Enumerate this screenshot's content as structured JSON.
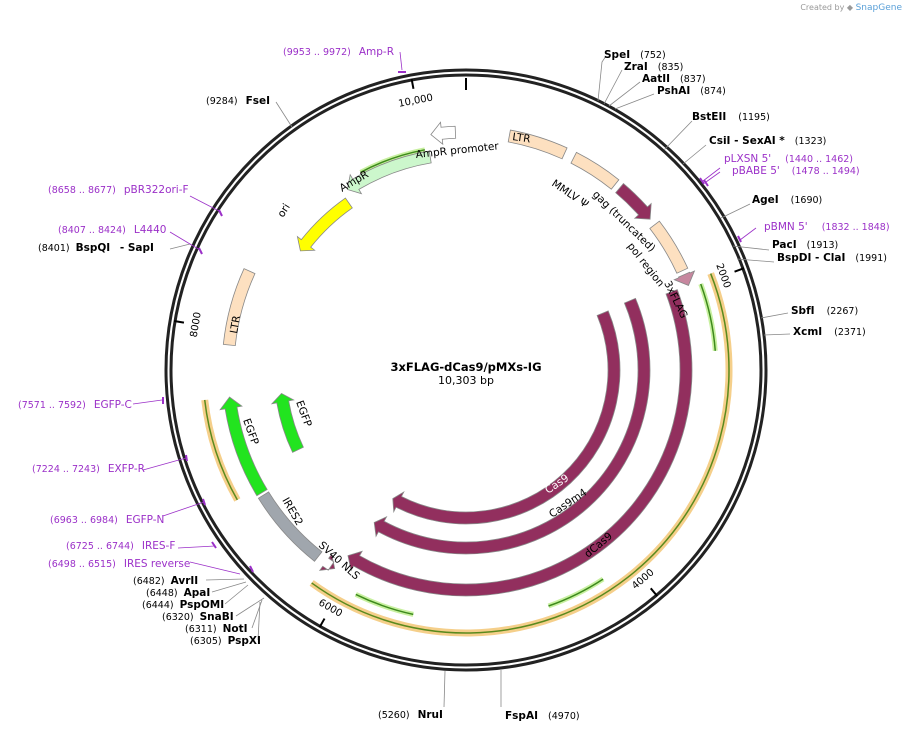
{
  "credit": {
    "created_by": "Created by",
    "brand": "SnapGene"
  },
  "plasmid": {
    "name": "3xFLAG-dCas9/pMXs-IG",
    "length_label": "10,303 bp",
    "length": 10303
  },
  "ticks": [
    {
      "bp": 2000,
      "label": "2000"
    },
    {
      "bp": 4000,
      "label": "4000"
    },
    {
      "bp": 6000,
      "label": "6000"
    },
    {
      "bp": 8000,
      "label": "8000"
    },
    {
      "bp": 10000,
      "label": "10,000"
    }
  ],
  "features": [
    {
      "name": "LTR",
      "label": "LTR",
      "start": 10,
      "end": 600,
      "color": "#fde0c0",
      "dir": "none"
    },
    {
      "name": "mmlv-psi",
      "label": "MMLV Ψ",
      "start": 650,
      "end": 1000,
      "color": "#fde0c0",
      "dir": "none"
    },
    {
      "name": "gag-truncated",
      "label": "gag (truncated)",
      "start": 1040,
      "end": 1460,
      "color": "#922f5e",
      "dir": "cw"
    },
    {
      "name": "pol-region",
      "label": "pol region",
      "start": 1500,
      "end": 1880,
      "color": "#fde0c0",
      "dir": "none"
    },
    {
      "name": "3xflag",
      "label": "3xFLAG",
      "start": 1930,
      "end": 2000,
      "color": "#c7879f",
      "dir": "cw"
    },
    {
      "name": "sv40-nls",
      "label": "SV40 NLS",
      "start": 6160,
      "end": 6210,
      "color": "#922f5e",
      "dir": "ccw"
    },
    {
      "name": "ires2",
      "label": "IRES2",
      "start": 6250,
      "end": 6830,
      "color": "#a0a6ad",
      "dir": "none"
    },
    {
      "name": "egfp-outer",
      "label": "EGFP",
      "start": 6840,
      "end": 7560,
      "color": "#22e41f",
      "dir": "cw"
    },
    {
      "name": "egfp-inner",
      "label": "EGFP",
      "start": 6840,
      "end": 7560,
      "color": "#22e41f",
      "dir": "cw"
    },
    {
      "name": "ltr-2",
      "label": "LTR",
      "start": 7900,
      "end": 8500,
      "color": "#fde0c0",
      "dir": "none"
    },
    {
      "name": "ori",
      "label": "ori",
      "start": 8830,
      "end": 9420,
      "color": "#ffff00",
      "dir": "ccw"
    },
    {
      "name": "ampr",
      "label": "AmpR",
      "start": 9430,
      "end": 10080,
      "color": "#ccf7cc",
      "dir": "ccw"
    },
    {
      "name": "ampr-promoter",
      "label": "AmpR promoter",
      "start": 10080,
      "end": 10200,
      "color": "#ffffff",
      "dir": "ccw"
    },
    {
      "name": "cas9",
      "label": "Cas9",
      "start": 2140,
      "end": 6100,
      "color": "#922f5e",
      "dir": "cw"
    },
    {
      "name": "cas9m4",
      "label": "Cas9m4",
      "start": 2040,
      "end": 6120,
      "color": "#922f5e",
      "dir": "cw"
    },
    {
      "name": "dcas9",
      "label": "dCas9",
      "start": 2000,
      "end": 6150,
      "color": "#922f5e",
      "dir": "cw"
    }
  ],
  "orfs": [
    {
      "start": 2010,
      "end": 6160,
      "dir": "ccw"
    },
    {
      "start": 6900,
      "end": 7560,
      "dir": "cw"
    }
  ],
  "enzymes": [
    {
      "name": "SpeI",
      "pos": "(752)"
    },
    {
      "name": "ZraI",
      "pos": "(835)"
    },
    {
      "name": "AatII",
      "pos": "(837)"
    },
    {
      "name": "PshAI",
      "pos": "(874)"
    },
    {
      "name": "BstEII",
      "pos": "(1195)"
    },
    {
      "name": "CsiI",
      "sep": " - ",
      "name2": "SexAI *",
      "pos": "(1323)"
    },
    {
      "name": "AgeI",
      "pos": "(1690)"
    },
    {
      "name": "PacI",
      "pos": "(1913)"
    },
    {
      "name": "BspDI",
      "sep": " - ",
      "name2": "ClaI",
      "pos": "(1991)"
    },
    {
      "name": "SbfI",
      "pos": "(2267)"
    },
    {
      "name": "XcmI",
      "pos": "(2371)"
    },
    {
      "name": "FspAI",
      "pos": "(4970)"
    },
    {
      "name": "NruI",
      "pos": "(5260)"
    },
    {
      "name": "PspXI",
      "pos": "(6305)"
    },
    {
      "name": "NotI",
      "pos": "(6311)"
    },
    {
      "name": "SnaBI",
      "pos": "(6320)"
    },
    {
      "name": "PspOMI",
      "pos": "(6444)"
    },
    {
      "name": "ApaI",
      "pos": "(6448)"
    },
    {
      "name": "AvrII",
      "pos": "(6482)"
    },
    {
      "name": "BspQI",
      "sep": " - ",
      "name2": "SapI",
      "pos": "(8401)"
    },
    {
      "name": "FseI",
      "pos": "(9284)"
    }
  ],
  "primers": [
    {
      "name": "Amp-R",
      "pos": "(9953 .. 9972)"
    },
    {
      "name": "pLXSN 5'",
      "pos": "(1440 .. 1462)"
    },
    {
      "name": "pBABE 5'",
      "pos": "(1478 .. 1494)"
    },
    {
      "name": "pBMN 5'",
      "pos": "(1832 .. 1848)"
    },
    {
      "name": "pBR322ori-F",
      "pos": "(8658 .. 8677)"
    },
    {
      "name": "L4440",
      "pos": "(8407 .. 8424)"
    },
    {
      "name": "EGFP-C",
      "pos": "(7571 .. 7592)"
    },
    {
      "name": "EXFP-R",
      "pos": "(7224 .. 7243)"
    },
    {
      "name": "EGFP-N",
      "pos": "(6963 .. 6984)"
    },
    {
      "name": "IRES-F",
      "pos": "(6725 .. 6744)"
    },
    {
      "name": "IRES reverse",
      "pos": "(6498 .. 6515)"
    }
  ]
}
